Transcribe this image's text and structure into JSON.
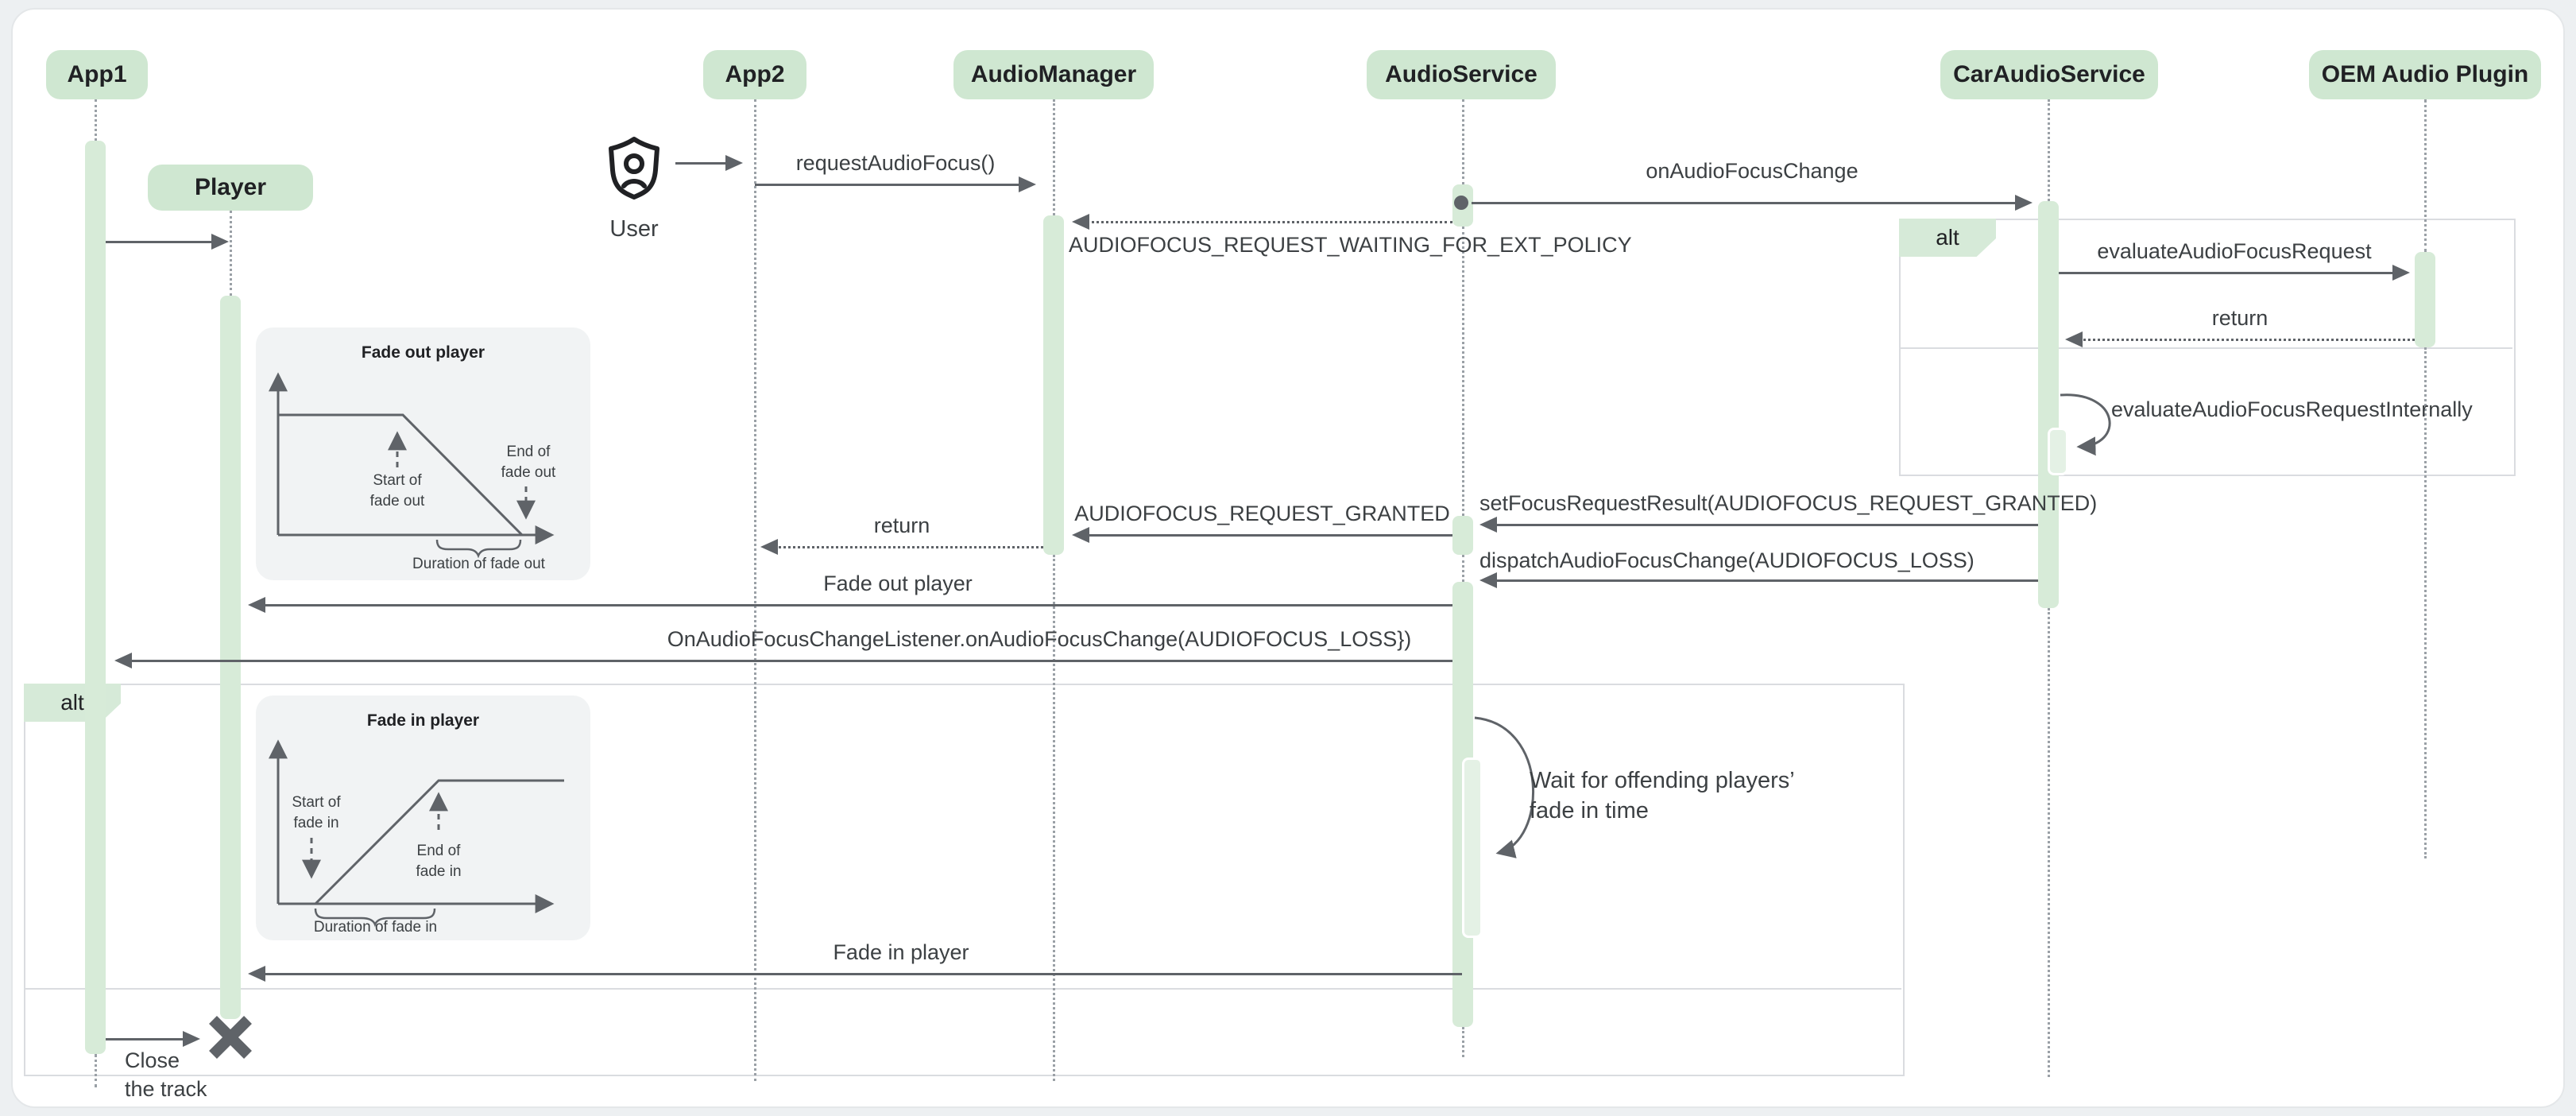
{
  "diagram": {
    "participants": [
      {
        "label": "App1"
      },
      {
        "label": "Player"
      },
      {
        "label": "App2"
      },
      {
        "label": "AudioManager"
      },
      {
        "label": "AudioService"
      },
      {
        "label": "CarAudioService"
      },
      {
        "label": "OEM Audio Plugin"
      }
    ],
    "actor": {
      "label": "User"
    },
    "frames": {
      "alt_right": {
        "label": "alt"
      },
      "alt_left": {
        "label": "alt"
      }
    },
    "messages": {
      "request_audio_focus": "requestAudioFocus()",
      "on_audio_focus_change": "onAudioFocusChange",
      "waiting_ext_policy": "AUDIOFOCUS_REQUEST_WAITING_FOR_EXT_POLICY",
      "evaluate_request": "evaluateAudioFocusRequest",
      "return_oem": "return",
      "evaluate_internally": "evaluateAudioFocusRequestInternally",
      "set_focus_result": "setFocusRequestResult(AUDIOFOCUS_REQUEST_GRANTED)",
      "request_granted": "AUDIOFOCUS_REQUEST_GRANTED",
      "return_app2": "return",
      "dispatch_loss": "dispatchAudioFocusChange(AUDIOFOCUS_LOSS)",
      "fade_out_player": "Fade out player",
      "listener_loss": "OnAudioFocusChangeListener.onAudioFocusChange(AUDIOFOCUS_LOSS})",
      "fade_in_player": "Fade in player",
      "wait_note": "Wait for offending players’\nfade in time",
      "close_track": "Close\nthe track"
    },
    "colors": {
      "green_header": "#cfe7d1",
      "green_bar": "#d7ebd8",
      "panel_gray": "#f1f3f4",
      "line_gray": "#5f6368",
      "lifeline_gray": "#9aa0a6",
      "frame_border": "#dadce0"
    }
  },
  "chart_data": [
    {
      "type": "line",
      "title": "Fade out player",
      "x": [
        0,
        0.45,
        0.88
      ],
      "y": [
        1,
        1,
        0
      ],
      "xlabel": "",
      "ylabel": "",
      "grid": false,
      "annotations": {
        "start": "Start of\nfade out",
        "end": "End of\nfade out",
        "duration": "Duration of fade out"
      }
    },
    {
      "type": "line",
      "title": "Fade in player",
      "x": [
        0.13,
        0.57,
        1
      ],
      "y": [
        0,
        1,
        1
      ],
      "xlabel": "",
      "ylabel": "",
      "grid": false,
      "annotations": {
        "start": "Start of\nfade in",
        "end": "End of\nfade in",
        "duration": "Duration of fade in"
      }
    }
  ]
}
